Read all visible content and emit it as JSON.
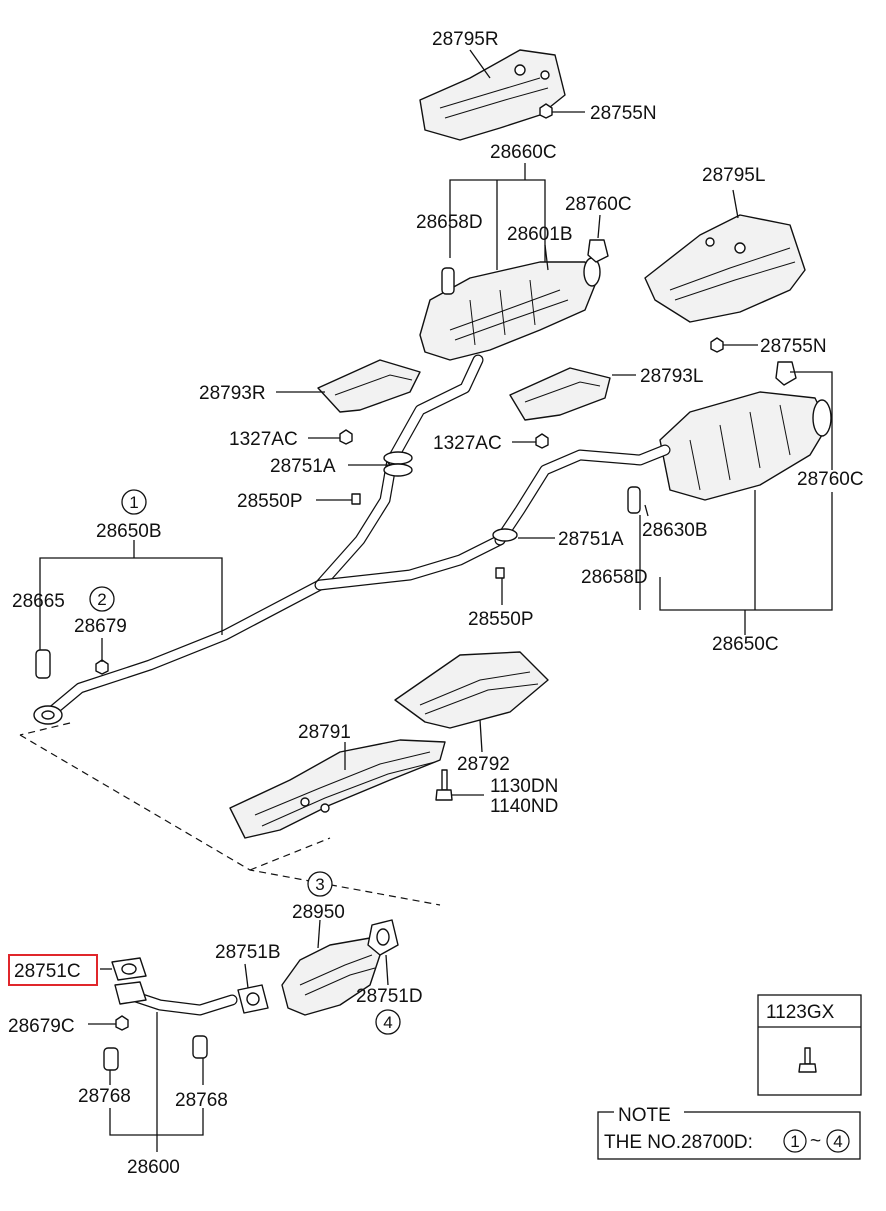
{
  "labels": {
    "p28795R": "28795R",
    "p28755N_top": "28755N",
    "p28660C": "28660C",
    "p28658D_top": "28658D",
    "p28601B": "28601B",
    "p28760C_top": "28760C",
    "p28795L": "28795L",
    "p28755N_right": "28755N",
    "p28793R": "28793R",
    "p28793L": "28793L",
    "p1327AC_left": "1327AC",
    "p1327AC_mid": "1327AC",
    "p28751A_left": "28751A",
    "p28550P_left": "28550P",
    "p28760C_right": "28760C",
    "p28630B": "28630B",
    "p28751A_mid": "28751A",
    "p28658D_right": "28658D",
    "p28550P_mid": "28550P",
    "p28650C": "28650C",
    "p28650B": "28650B",
    "p28665": "28665",
    "p28679": "28679",
    "p28791": "28791",
    "p28792": "28792",
    "p1130DN": "1130DN",
    "p1140ND": "1140ND",
    "p28950": "28950",
    "p28751B": "28751B",
    "p28751D": "28751D",
    "p28751C": "28751C",
    "p28679C": "28679C",
    "p28768_left": "28768",
    "p28768_right": "28768",
    "p28600": "28600"
  },
  "circled": {
    "c1": "1",
    "c2": "2",
    "c3": "3",
    "c4": "4"
  },
  "legend_box": {
    "code": "1123GX"
  },
  "note": {
    "title": "NOTE",
    "text": "THE NO.28700D:",
    "range_start": "1",
    "range_sep": "~",
    "range_end": "4"
  },
  "colors": {
    "highlight": "#e0262b",
    "ink": "#111111"
  },
  "highlighted_part": "28751C"
}
